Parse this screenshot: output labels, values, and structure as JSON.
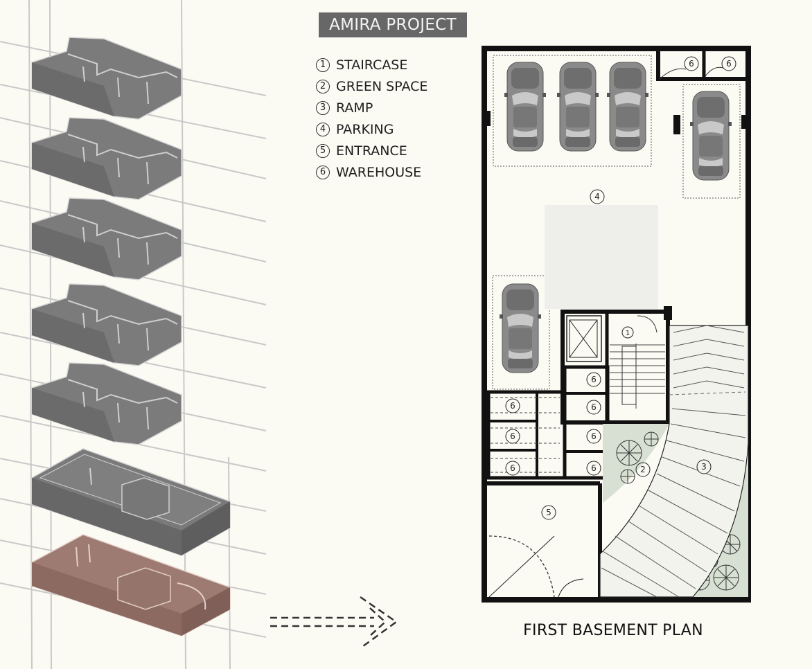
{
  "title": "AMIRA PROJECT",
  "legend": [
    {
      "num": "1",
      "label": "STAIRCASE"
    },
    {
      "num": "2",
      "label": "GREEN SPACE"
    },
    {
      "num": "3",
      "label": "RAMP"
    },
    {
      "num": "4",
      "label": "PARKING"
    },
    {
      "num": "5",
      "label": "ENTRANCE"
    },
    {
      "num": "6",
      "label": "WAREHOUSE"
    }
  ],
  "plan_caption": "FIRST BASEMENT PLAN",
  "plan_labels": {
    "staircase": "1",
    "green_space": "2",
    "ramp": "3",
    "parking": "4",
    "entrance": "5",
    "warehouse": "6"
  },
  "colors": {
    "background": "#fbfaf3",
    "title_box": "#676767",
    "floor_dark": "#7b7b7b",
    "highlighted_floor": "#9e7b72",
    "green_space": "#d8e0d3",
    "wall": "#111111"
  }
}
